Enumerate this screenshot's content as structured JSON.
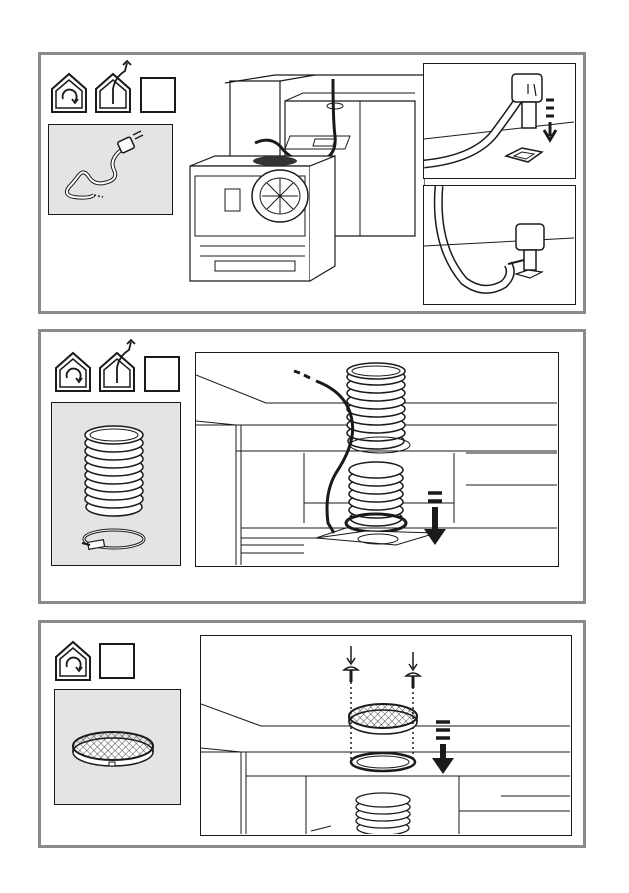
{
  "panels": [
    {
      "id": "step-1",
      "mode_icons": [
        "recirculation-house-icon",
        "extraction-house-icon"
      ],
      "checkbox": "empty-checkbox",
      "kit": "power-cable",
      "scene": "hood-cable-routing-and-plug-connection"
    },
    {
      "id": "step-2",
      "mode_icons": [
        "recirculation-house-icon",
        "extraction-house-icon"
      ],
      "checkbox": "empty-checkbox",
      "kit": "flexible-duct-and-hose-clamp",
      "scene": "duct-installation-through-cabinet"
    },
    {
      "id": "step-3",
      "mode_icons": [
        "recirculation-house-icon"
      ],
      "checkbox": "empty-checkbox",
      "kit": "recirculation-grille",
      "scene": "grille-fixing-with-screws"
    }
  ],
  "colors": {
    "panel_border": "#8a8a8a",
    "line": "#1a1a1a",
    "kit_background": "#e4e4e4"
  }
}
